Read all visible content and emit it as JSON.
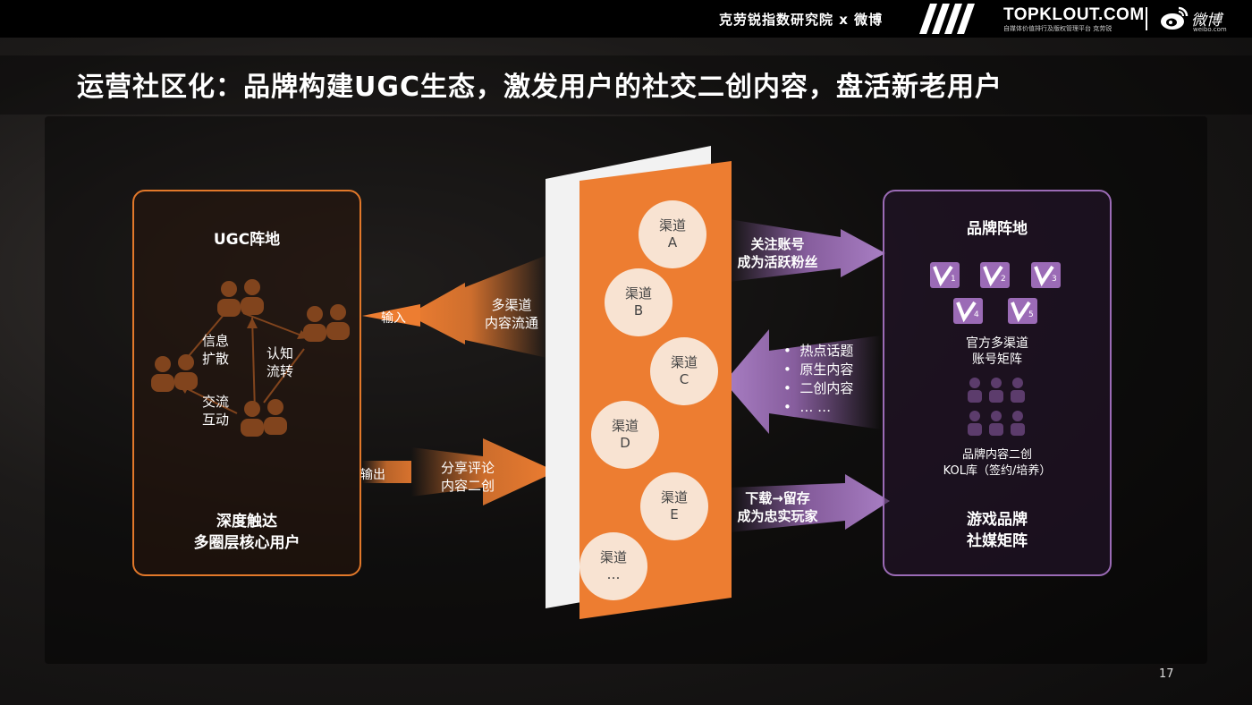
{
  "header": {
    "org": "克劳锐指数研究院 x 微博",
    "brand": "TOPKLOUT.COM",
    "brand_sub": "自媒体价值排行及版权管理平台  克劳锐",
    "weibo": "微博",
    "weibo_sub": "weibo.com"
  },
  "title": "运营社区化：品牌构建UGC生态，激发用户的社交二创内容，盘活新老用户",
  "ugc": {
    "heading": "UGC阵地",
    "label_spread_1": "信息",
    "label_spread_2": "扩散",
    "label_cognize_1": "认知",
    "label_cognize_2": "流转",
    "label_interact_1": "交流",
    "label_interact_2": "互动",
    "footer_1": "深度触达",
    "footer_2": "多圈层核心用户"
  },
  "flows": {
    "input": "输入",
    "multi_1": "多渠道",
    "multi_2": "内容流通",
    "output": "输出",
    "share_1": "分享评论",
    "share_2": "内容二创",
    "follow_1": "关注账号",
    "follow_2": "成为活跃粉丝",
    "bullets": [
      "热点话题",
      "原生内容",
      "二创内容",
      "… …"
    ],
    "download_1": "下载→留存",
    "download_2": "成为忠实玩家"
  },
  "channels": [
    {
      "line1": "渠道",
      "line2": "A"
    },
    {
      "line1": "渠道",
      "line2": "B"
    },
    {
      "line1": "渠道",
      "line2": "C"
    },
    {
      "line1": "渠道",
      "line2": "D"
    },
    {
      "line1": "渠道",
      "line2": "E"
    },
    {
      "line1": "渠道",
      "line2": "…"
    }
  ],
  "brand": {
    "heading": "品牌阵地",
    "v_badges": [
      "1",
      "2",
      "3",
      "4",
      "5"
    ],
    "matrix_1": "官方多渠道",
    "matrix_2": "账号矩阵",
    "kol_1": "品牌内容二创",
    "kol_2": "KOL库（签约/培养）",
    "footer_1": "游戏品牌",
    "footer_2": "社媒矩阵"
  },
  "page_number": "17",
  "colors": {
    "orange": "#ed7d31",
    "purple": "#9b6bb6",
    "circle": "#f8e3d2"
  }
}
